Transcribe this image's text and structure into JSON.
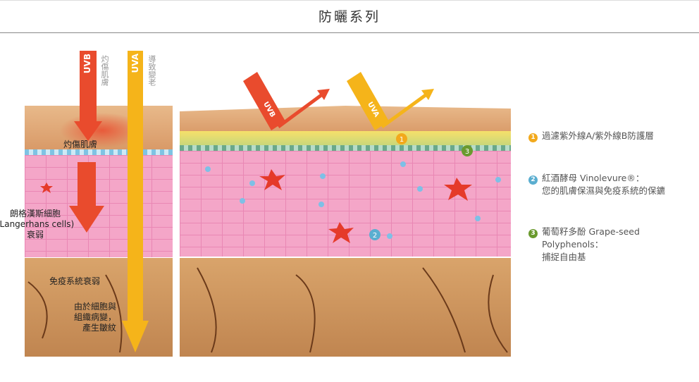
{
  "header": {
    "title": "防曬系列"
  },
  "left_panel": {
    "uvb_label": "UVB",
    "uvb_caption": "灼傷肌膚",
    "uva_label": "UVA",
    "uva_caption": "導致變老",
    "burn_label": "灼傷肌膚",
    "langerhans_label": "朗格漢斯細胞\n(Langerhans cells)\n衰弱",
    "immune_label": "免疫系統衰弱",
    "wrinkle_label": "由於細胞與\n組織病變，\n產生皺紋"
  },
  "right_panel": {
    "uvb_label": "UVB",
    "uva_label": "UVA",
    "marker_1": "1",
    "marker_2": "2",
    "marker_3": "3"
  },
  "legend": [
    {
      "number": "1",
      "color": "#f2a91c",
      "text": "過濾紫外線A/紫外線B防護層"
    },
    {
      "number": "2",
      "color": "#5aaed0",
      "text": "紅酒酵母 Vinolevure®：\n您的肌膚保濕與免疫系統的保鑣"
    },
    {
      "number": "3",
      "color": "#6a9a2e",
      "text": "葡萄籽多酚 Grape-seed\nPolyphenols：\n捕捉自由基"
    }
  ],
  "colors": {
    "uvb": "#e94b2d",
    "uva": "#f5b41a",
    "skin_cells": "#f4a6c8",
    "dermis": "#c8905a"
  }
}
